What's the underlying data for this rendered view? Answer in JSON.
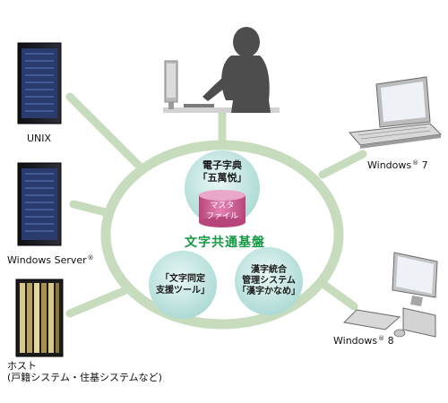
{
  "center": {
    "title": "文字共通基盤",
    "top_node": {
      "line1": "電子字典",
      "line2": "「五萬悦」"
    },
    "database": {
      "line1": "マスタ",
      "line2": "ファイル"
    },
    "left_node": {
      "line1": "「文字同定",
      "line2": "支援ツール」"
    },
    "right_node": {
      "line1": "漢字統合",
      "line2": "管理システム",
      "line3": "「漢字かなめ」"
    }
  },
  "endpoints": {
    "unix": "UNIX",
    "windows_server": "Windows Server",
    "windows_server_mark": "®",
    "host_line1": "ホスト",
    "host_line2": "(戸籍システム・住基システムなど)",
    "windows7": "Windows",
    "windows7_mark": "®",
    "windows7_version": "7",
    "windows8": "Windows",
    "windows8_mark": "®",
    "windows8_version": "8"
  },
  "colors": {
    "connector": "#c7dcbc",
    "inner_node": "#bfe3e0",
    "database": "#d05b90",
    "core_text": "#119944"
  }
}
